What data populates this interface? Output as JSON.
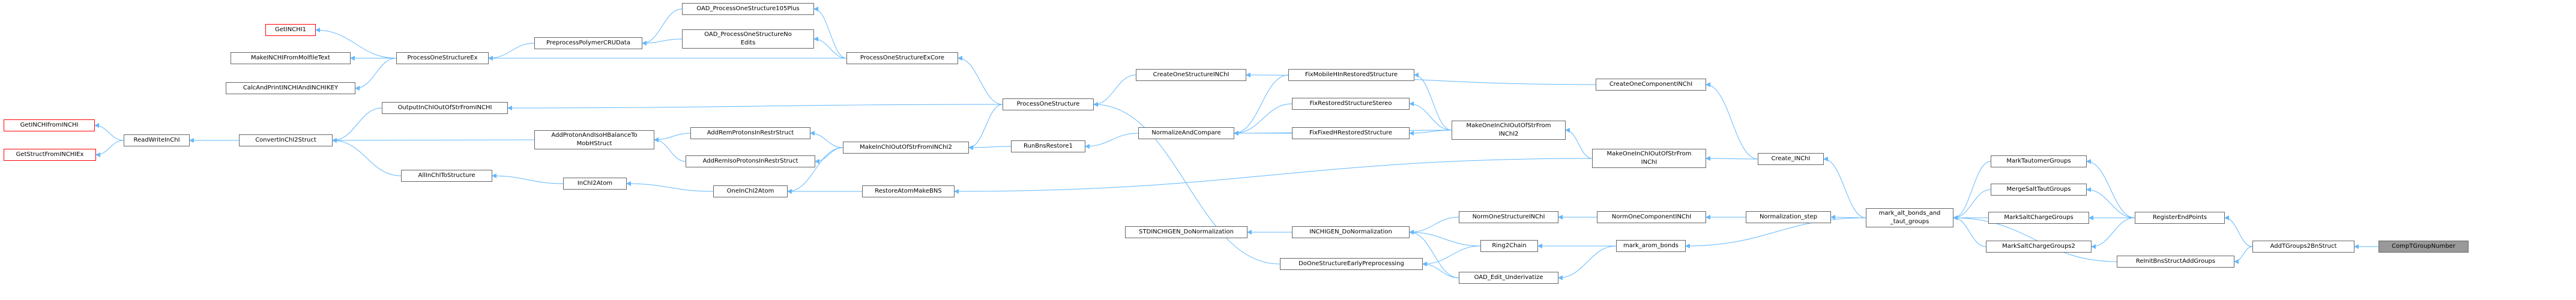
{
  "colors": {
    "edge": "#63b8ff",
    "node_border": "#666666",
    "missing_border": "#ff0000",
    "root_fill": "#999999"
  },
  "nodes": {
    "getinchi1": "GetINCHI1",
    "makeinchifrommolfiletext": "MakeINCHIFromMolfileText",
    "calcandprint": "CalcAndPrintINCHIAndINCHIKEY",
    "getinchifrominchi": "GetINCHIfromINCHI",
    "getstructfrominchiex": "GetStructFromINCHIEx",
    "readwriteinchi": "ReadWriteInChI",
    "processonestructureex": "ProcessOneStructureEx",
    "preprocesspolymercru": "PreprocessPolymerCRUData",
    "oad105plus": "OAD_ProcessOneStructure105Plus",
    "oadnoedits_1": "OAD_ProcessOneStructureNo",
    "oadnoedits_2": "Edits",
    "processonestructureexcore": "ProcessOneStructureExCore",
    "outputinchioutofstrfrominchi": "OutputInChIOutOfStrFromINCHI",
    "convertinchi2struct": "ConvertInChI2Struct",
    "addprotonandisohbalance_1": "AddProtonAndIsoHBalanceTo",
    "addprotonandisohbalance_2": "MobHStruct",
    "addremprotonsinrestrstruct": "AddRemProtonsInRestrStruct",
    "addremisoprotonsinrestrstruct": "AddRemIsoProtonsInRestrStruct",
    "allinchitostructure": "AllInChIToStructure",
    "inchi2atom": "InChI2Atom",
    "oneinchi2atom": "OneInChI2Atom",
    "processonestructure": "ProcessOneStructure",
    "makeinchioutofstrfrominchi2": "MakeInChIOutOfStrFromINChI2",
    "runbnsrestore1": "RunBnsRestore1",
    "restoreatommakebns": "RestoreAtomMakeBNS",
    "createonestructureinchi": "CreateOneStructureINChI",
    "normalizeandcompare": "NormalizeAndCompare",
    "fixmobilehinrestoredstructure": "FixMobileHInRestoredStructure",
    "fixrestoredstructurestereo": "FixRestoredStructureStereo",
    "fixfixedhrestoredstructure": "FixFixedHRestoredStructure",
    "makeoneinchioutofstrfrominchi2_1": "MakeOneInChIOutOfStrFrom",
    "makeoneinchioutofstrfrominchi2_2": "INChI2",
    "createonecomponentinchi": "CreateOneComponentINChI",
    "makeoneinchioutofstrfrominchi_1": "MakeOneInChIOutOfStrFrom",
    "makeoneinchioutofstrfrominchi_2": "INChI",
    "create_inchi": "Create_INChI",
    "stdinchigen_donormalization": "STDINCHIGEN_DoNormalization",
    "inchigen_donormalization": "INCHIGEN_DoNormalization",
    "normonestructureinchi": "NormOneStructureINChI",
    "normonecomponentinchi": "NormOneComponentINChI",
    "normalization_step": "Normalization_step",
    "ring2chain": "Ring2Chain",
    "mark_arom_bonds": "mark_arom_bonds",
    "doonestructureearlypreprocessing": "DoOneStructureEarlyPreprocessing",
    "oad_edit_underivatize": "OAD_Edit_Underivatize",
    "mark_alt_bonds_1": "mark_alt_bonds_and",
    "mark_alt_bonds_2": "_taut_groups",
    "marktautomergroups": "MarkTautomerGroups",
    "mergesalttautgroups": "MergeSaltTautGroups",
    "marksaltchargegroups": "MarkSaltChargeGroups",
    "marksaltchargegroups2": "MarkSaltChargeGroups2",
    "registerendpoints": "RegisterEndPoints",
    "reinitbnsstructaddgroups": "ReInitBnsStructAddGroups",
    "addtgroups2bnstruct": "AddTGroups2BnStruct",
    "comptgroupnumber": "CompTGroupNumber"
  }
}
